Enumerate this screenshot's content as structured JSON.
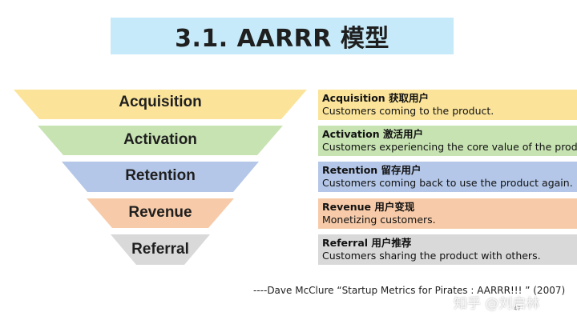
{
  "title": "3.1. AARRR 模型",
  "stages": [
    {
      "label": "Acquisition",
      "color": "#fbe49a",
      "desc_title": "Acquisition 获取用户",
      "desc_body": "Customers coming to the product."
    },
    {
      "label": "Activation",
      "color": "#c7e3b2",
      "desc_title": "Activation 激活用户",
      "desc_body": "Customers experiencing the core value of the product."
    },
    {
      "label": "Retention",
      "color": "#b4c7e8",
      "desc_title": "Retention 留存用户",
      "desc_body": "Customers coming back to use the product again."
    },
    {
      "label": "Revenue",
      "color": "#f7cba9",
      "desc_title": "Revenue 用户变现",
      "desc_body": "Monetizing customers."
    },
    {
      "label": "Referral",
      "color": "#d9d9d9",
      "desc_title": "Referral 用户推荐",
      "desc_body": "Customers sharing the product with others."
    }
  ],
  "citation": "----Dave McClure   “Startup Metrics for Pirates : AARRR!!!  ” (2007)",
  "watermark": "知乎 @刘启林",
  "page_number": "47"
}
